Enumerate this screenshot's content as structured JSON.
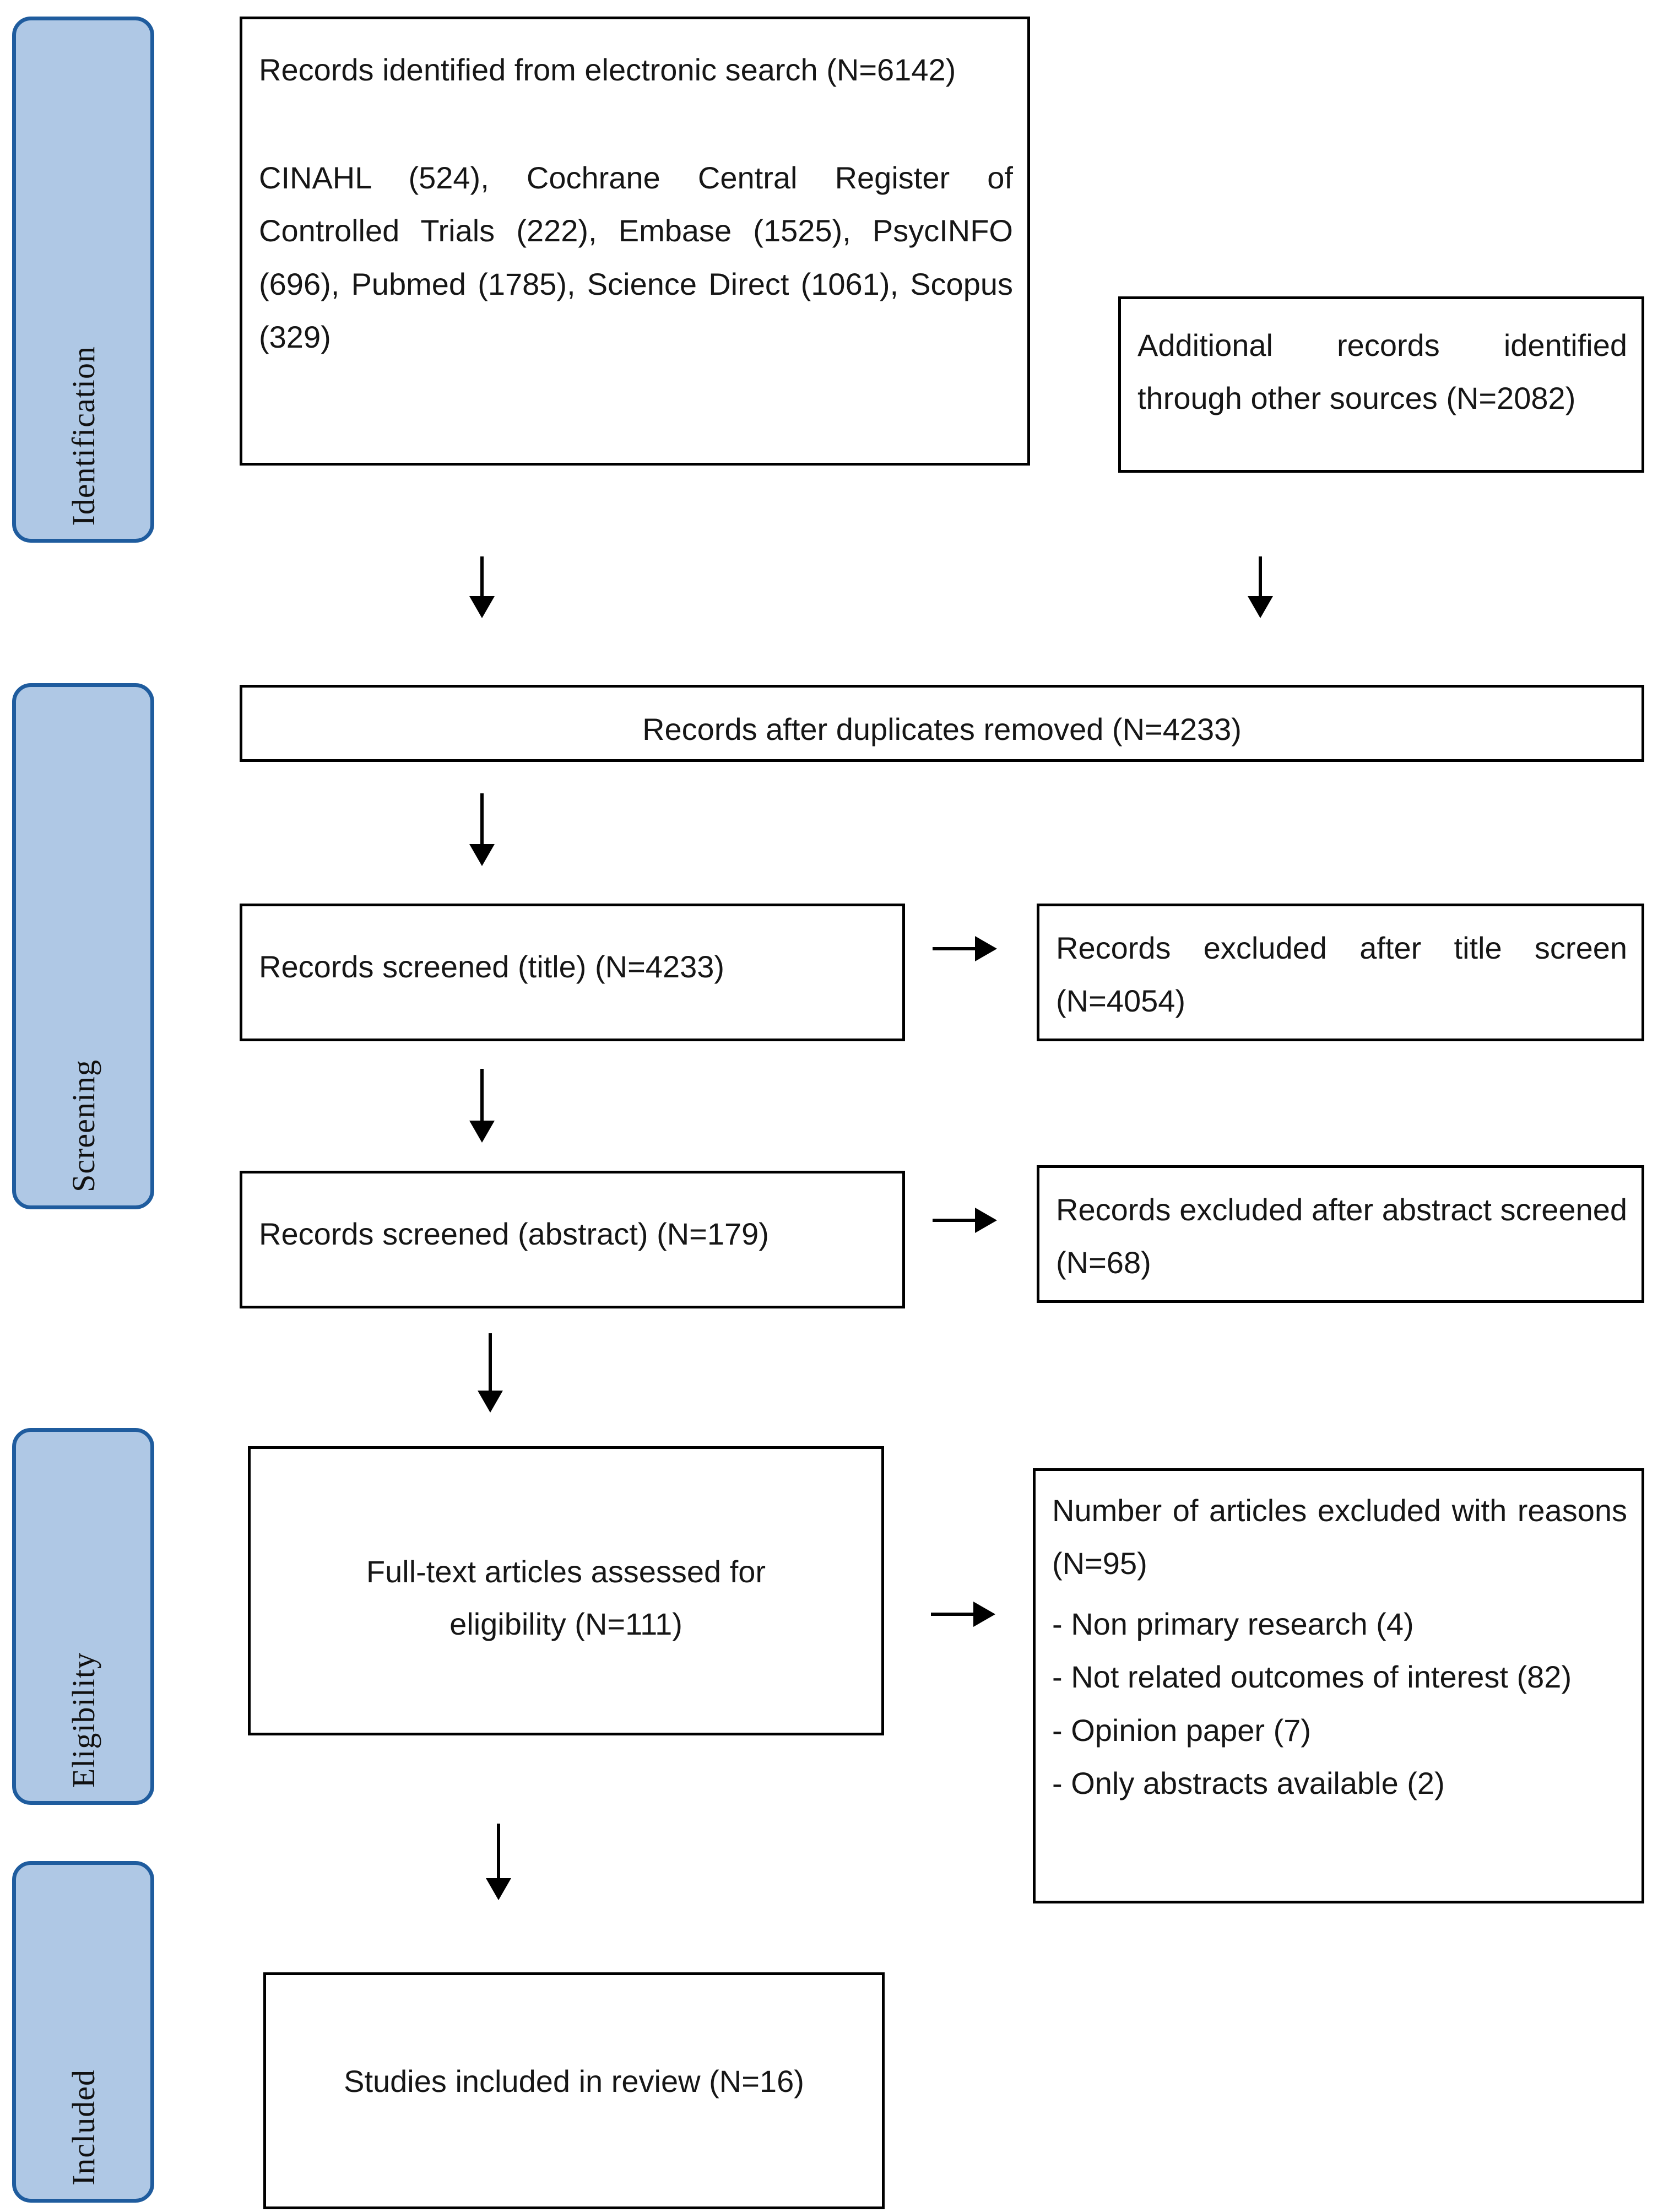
{
  "diagram": {
    "type": "PRISMA flow diagram",
    "accent_blue_fill": "#AFC8E5",
    "accent_blue_border": "#1F5C9E",
    "box_border": "#000000"
  },
  "phases": [
    {
      "id": "identification",
      "label": "Identification"
    },
    {
      "id": "screening",
      "label": "Screening"
    },
    {
      "id": "eligibility",
      "label": "Eligibility"
    },
    {
      "id": "included",
      "label": "Included"
    }
  ],
  "boxes": {
    "records_identified": {
      "line1": "Records identified from electronic search (N=6142)",
      "line2": "CINAHL (524), Cochrane Central Register of Controlled Trials (222), Embase (1525), PsycINFO (696), Pubmed (1785), Science Direct (1061), Scopus (329)"
    },
    "additional_records": {
      "text": "Additional records identified through other sources (N=2082)"
    },
    "duplicates_removed": {
      "text": "Records after duplicates removed (N=4233)"
    },
    "screened_title": {
      "text": "Records screened (title) (N=4233)"
    },
    "excluded_title": {
      "text": "Records excluded after title screen (N=4054)"
    },
    "screened_abstract": {
      "text": "Records screened (abstract) (N=179)"
    },
    "excluded_abstract": {
      "text": "Records excluded after abstract screened (N=68)"
    },
    "fulltext_assessed": {
      "line1": "Full-text articles assessed for",
      "line2": "eligibility (N=111)"
    },
    "excluded_reasons": {
      "heading": "Number of articles excluded with reasons (N=95)",
      "reasons": [
        "- Non primary research (4)",
        "- Not related outcomes of interest (82)",
        "- Opinion paper (7)",
        "- Only abstracts available (2)"
      ]
    },
    "studies_included": {
      "text": "Studies included in review (N=16)"
    }
  },
  "counts": {
    "electronic_search_total": 6142,
    "cinahl": 524,
    "cochrane_central": 222,
    "embase": 1525,
    "psycinfo": 696,
    "pubmed": 1785,
    "science_direct": 1061,
    "scopus": 329,
    "additional_sources": 2082,
    "after_duplicates": 4233,
    "screened_title": 4233,
    "excluded_title": 4054,
    "screened_abstract": 179,
    "excluded_abstract": 68,
    "fulltext_assessed": 111,
    "excluded_with_reasons": 95,
    "reason_non_primary_research": 4,
    "reason_not_related_outcomes": 82,
    "reason_opinion_paper": 7,
    "reason_only_abstracts": 2,
    "studies_included": 16
  }
}
